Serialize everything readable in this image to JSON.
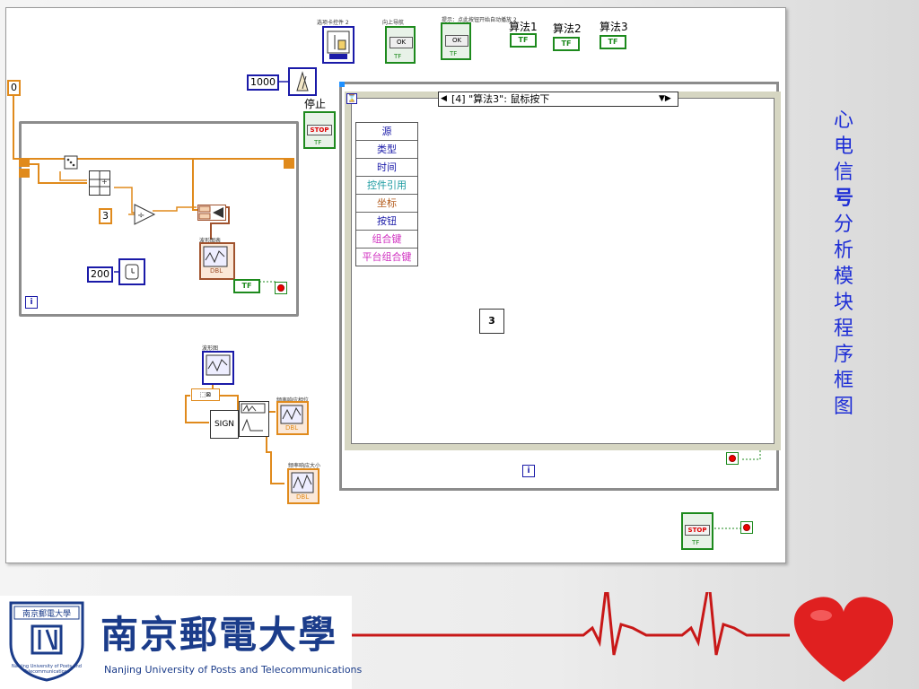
{
  "canvas": {
    "top_labels": {
      "control_ref": "选项卡控件 2",
      "next_page": "向上导航",
      "prompt": "提示：点此按钮开始自动播放 2",
      "alg1": "算法1",
      "alg2": "算法2",
      "alg3": "算法3"
    },
    "constants": {
      "zero": "0",
      "thousand": "1000",
      "three": "3",
      "two_hundred": "200",
      "case_number": "3"
    },
    "stop_label": "停止",
    "stop_btn_text": "STOP",
    "ok_text": "OK",
    "tf_text": "TF",
    "iteration_glyph": "i",
    "waveform_chart_label": "波形图表",
    "waveform_graph_label": "波形图",
    "sign_text": "SIGN",
    "spectrum_phase_label": "频率响应相位",
    "spectrum_mag_label": "频率响应大小",
    "dbl_text": "DBL",
    "event_case": {
      "selector": "[4] \"算法3\": 鼠标按下",
      "items": [
        "源",
        "类型",
        "时间",
        "控件引用",
        "坐标",
        "按钮",
        "组合键",
        "平台组合键"
      ],
      "item_colors": [
        "#1a1aa8",
        "#1a1aa8",
        "#1a1aa8",
        "#1a9aa0",
        "#b35a1a",
        "#1a1aa8",
        "#d030c0",
        "#d030c0"
      ]
    }
  },
  "title_vertical": [
    "心",
    "电",
    "信",
    "号",
    "分",
    "析",
    "模",
    "块",
    "程",
    "序",
    "框",
    "图"
  ],
  "university": {
    "name_cn": "南京郵電大學",
    "name_en": "Nanjing University of Posts and Telecommunications",
    "seal_text": "Nanjing University of Posts and Telecommunications"
  },
  "colors": {
    "accent_blue": "#1f2fd6",
    "wire_orange": "#e08a1c",
    "wire_green": "#1d8a1d",
    "heart_red": "#e02020",
    "ecg_red": "#c81818"
  }
}
